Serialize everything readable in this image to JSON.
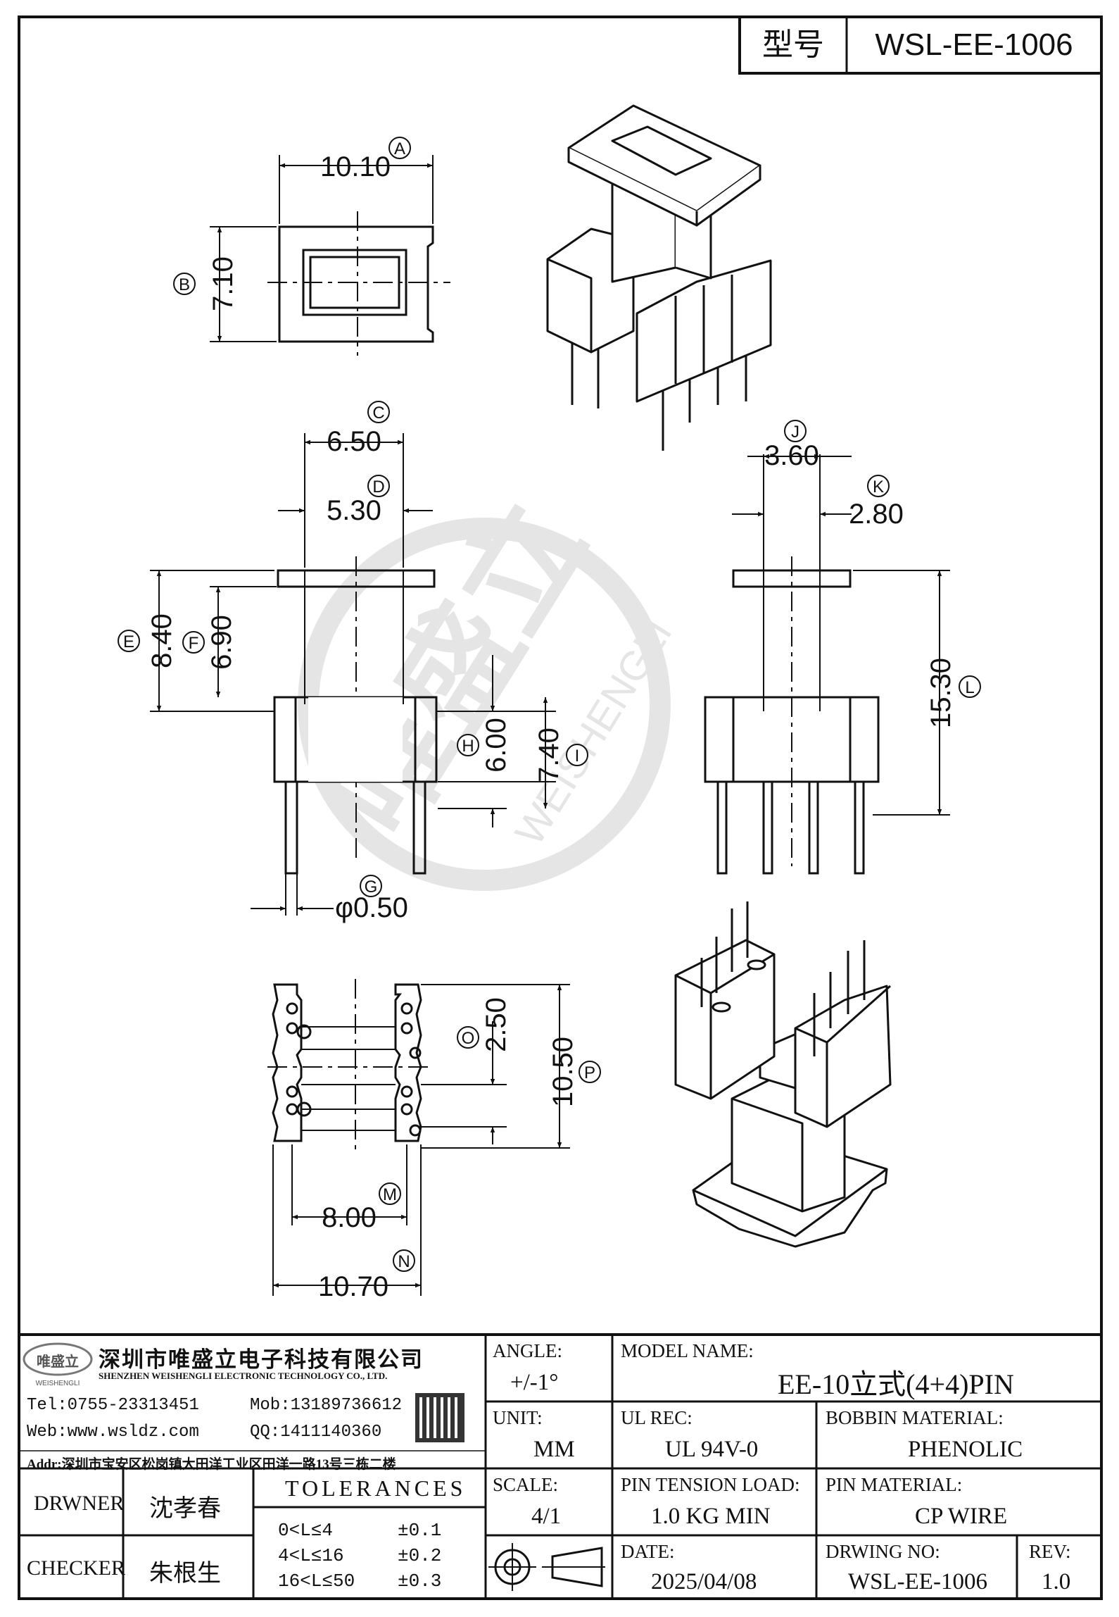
{
  "header": {
    "model_label": "型号",
    "model_value": "WSL-EE-1006"
  },
  "dimensions": {
    "A": {
      "letter": "A",
      "value": "10.10"
    },
    "B": {
      "letter": "B",
      "value": "7.10"
    },
    "C": {
      "letter": "C",
      "value": "6.50"
    },
    "D": {
      "letter": "D",
      "value": "5.30"
    },
    "E": {
      "letter": "E",
      "value": "8.40"
    },
    "F": {
      "letter": "F",
      "value": "6.90"
    },
    "G": {
      "letter": "G",
      "value": "φ0.50"
    },
    "H": {
      "letter": "H",
      "value": "6.00"
    },
    "I": {
      "letter": "I",
      "value": "7.40"
    },
    "J": {
      "letter": "J",
      "value": "3.60"
    },
    "K": {
      "letter": "K",
      "value": "2.80"
    },
    "L": {
      "letter": "L",
      "value": "15.30"
    },
    "M": {
      "letter": "M",
      "value": "8.00"
    },
    "N": {
      "letter": "N",
      "value": "10.70"
    },
    "O": {
      "letter": "O",
      "value": "2.50"
    },
    "P": {
      "letter": "P",
      "value": "10.50"
    }
  },
  "watermark": {
    "brand": "唯盛立",
    "sub": "WEISHENGLI"
  },
  "company": {
    "logo_text": "唯盛立",
    "logo_sub": "WEISHENGLI",
    "name_cn": "深圳市唯盛立电子科技有限公司",
    "name_en": "SHENZHEN WEISHENGLI ELECTRONIC TECHNOLOGY CO., LTD.",
    "tel": "Tel:0755-23313451",
    "mob": "Mob:13189736612",
    "web": "Web:www.wsldz.com",
    "qq": "QQ:1411140360",
    "addr": "Addr:深圳市宝安区松岗镇大田洋工业区田洋一路13号三栋二楼"
  },
  "title_block": {
    "angle_label": "ANGLE:",
    "angle_value": "+/-1°",
    "unit_label": "UNIT:",
    "unit_value": "MM",
    "scale_label": "SCALE:",
    "scale_value": "4/1",
    "model_name_label": "MODEL NAME:",
    "model_name_value": "EE-10立式(4+4)PIN",
    "ul_rec_label": "UL REC:",
    "ul_rec_value": "UL 94V-0",
    "bobbin_material_label": "BOBBIN MATERIAL:",
    "bobbin_material_value": "PHENOLIC",
    "pin_tension_label": "PIN TENSION LOAD:",
    "pin_tension_value": "1.0 KG MIN",
    "pin_material_label": "PIN MATERIAL:",
    "pin_material_value": "CP WIRE",
    "date_label": "DATE:",
    "date_value": "2025/04/08",
    "drawing_no_label": "DRWING NO:",
    "drawing_no_value": "WSL-EE-1006",
    "rev_label": "REV:",
    "rev_value": "1.0",
    "drawer_label": "DRWNER",
    "drawer_value": "沈孝春",
    "checker_label": "CHECKER",
    "checker_value": "朱根生",
    "tolerances_title": "TOLERANCES",
    "tolerances": [
      {
        "range": "0<L≤4",
        "tol": "±0.1"
      },
      {
        "range": "4<L≤16",
        "tol": "±0.2"
      },
      {
        "range": "16<L≤50",
        "tol": "±0.3"
      }
    ]
  }
}
